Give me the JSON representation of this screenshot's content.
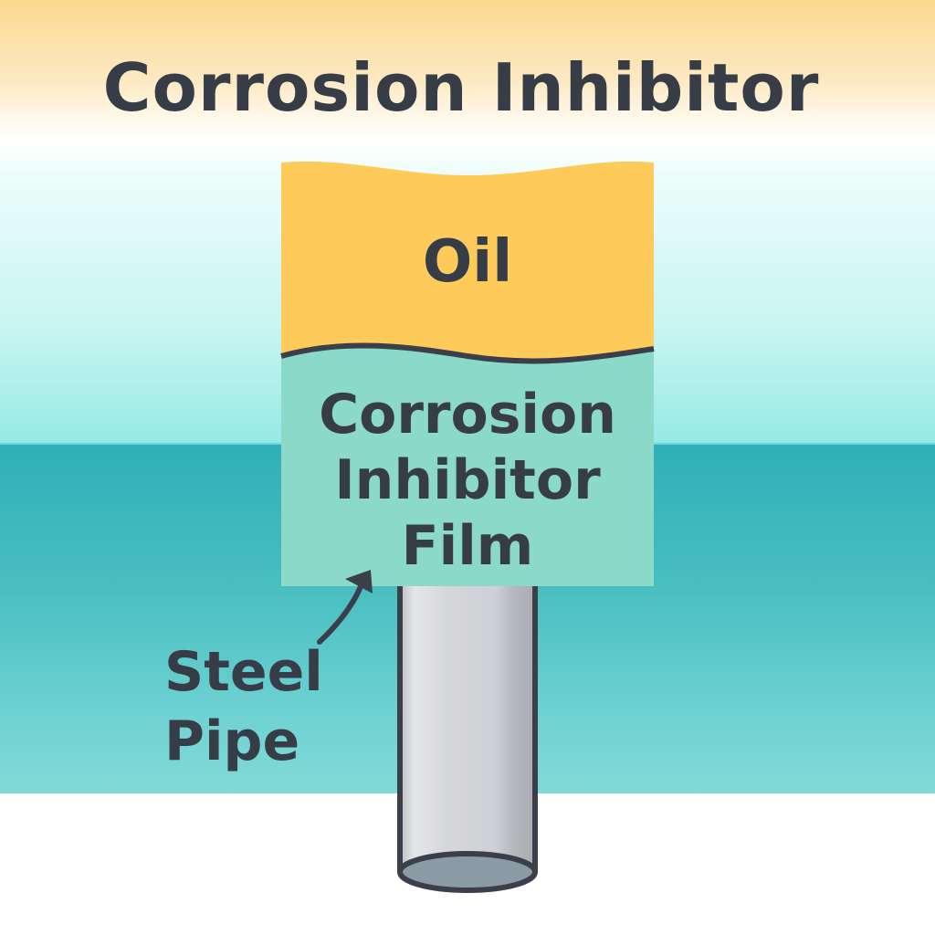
{
  "title": "Corrosion Inhibitor",
  "layers": {
    "oil": {
      "label": "Oil",
      "color": "#fecb5b"
    },
    "film": {
      "label_lines": [
        "Corrosion",
        "Inhibitor",
        "Film"
      ],
      "color": "#8bd9c8"
    }
  },
  "callout": {
    "label_lines": [
      "Steel",
      "Pipe"
    ],
    "arrow": "curved-arrow-pointing-up-right"
  },
  "colors": {
    "text": "#373d47",
    "water": "#2fb0b6",
    "pipe": "#d1d3d8",
    "pipe_outline": "#3a3f4a",
    "pipe_opening": "#8a9ba6"
  }
}
